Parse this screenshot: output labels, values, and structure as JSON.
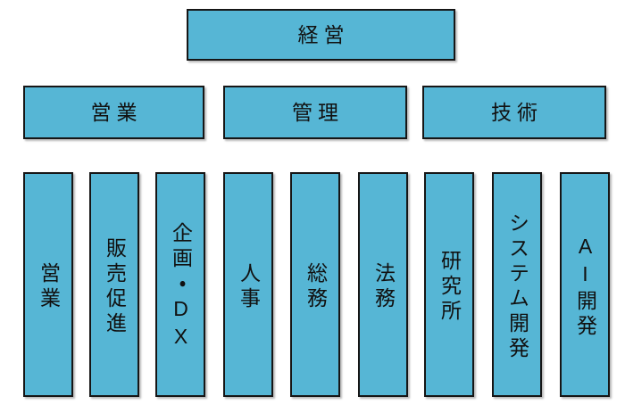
{
  "colors": {
    "box_fill": "#56B6D5",
    "box_border": "#161616",
    "text": "#111111",
    "background": "#FFFFFF"
  },
  "org_chart": {
    "root": {
      "label": "経営"
    },
    "groups": [
      {
        "label": "営業",
        "departments": [
          "営業",
          "販売促進",
          "企画・DX"
        ]
      },
      {
        "label": "管理",
        "departments": [
          "人事",
          "総務",
          "法務"
        ]
      },
      {
        "label": "技術",
        "departments": [
          "研究所",
          "システム開発",
          "AI開発"
        ]
      }
    ]
  }
}
